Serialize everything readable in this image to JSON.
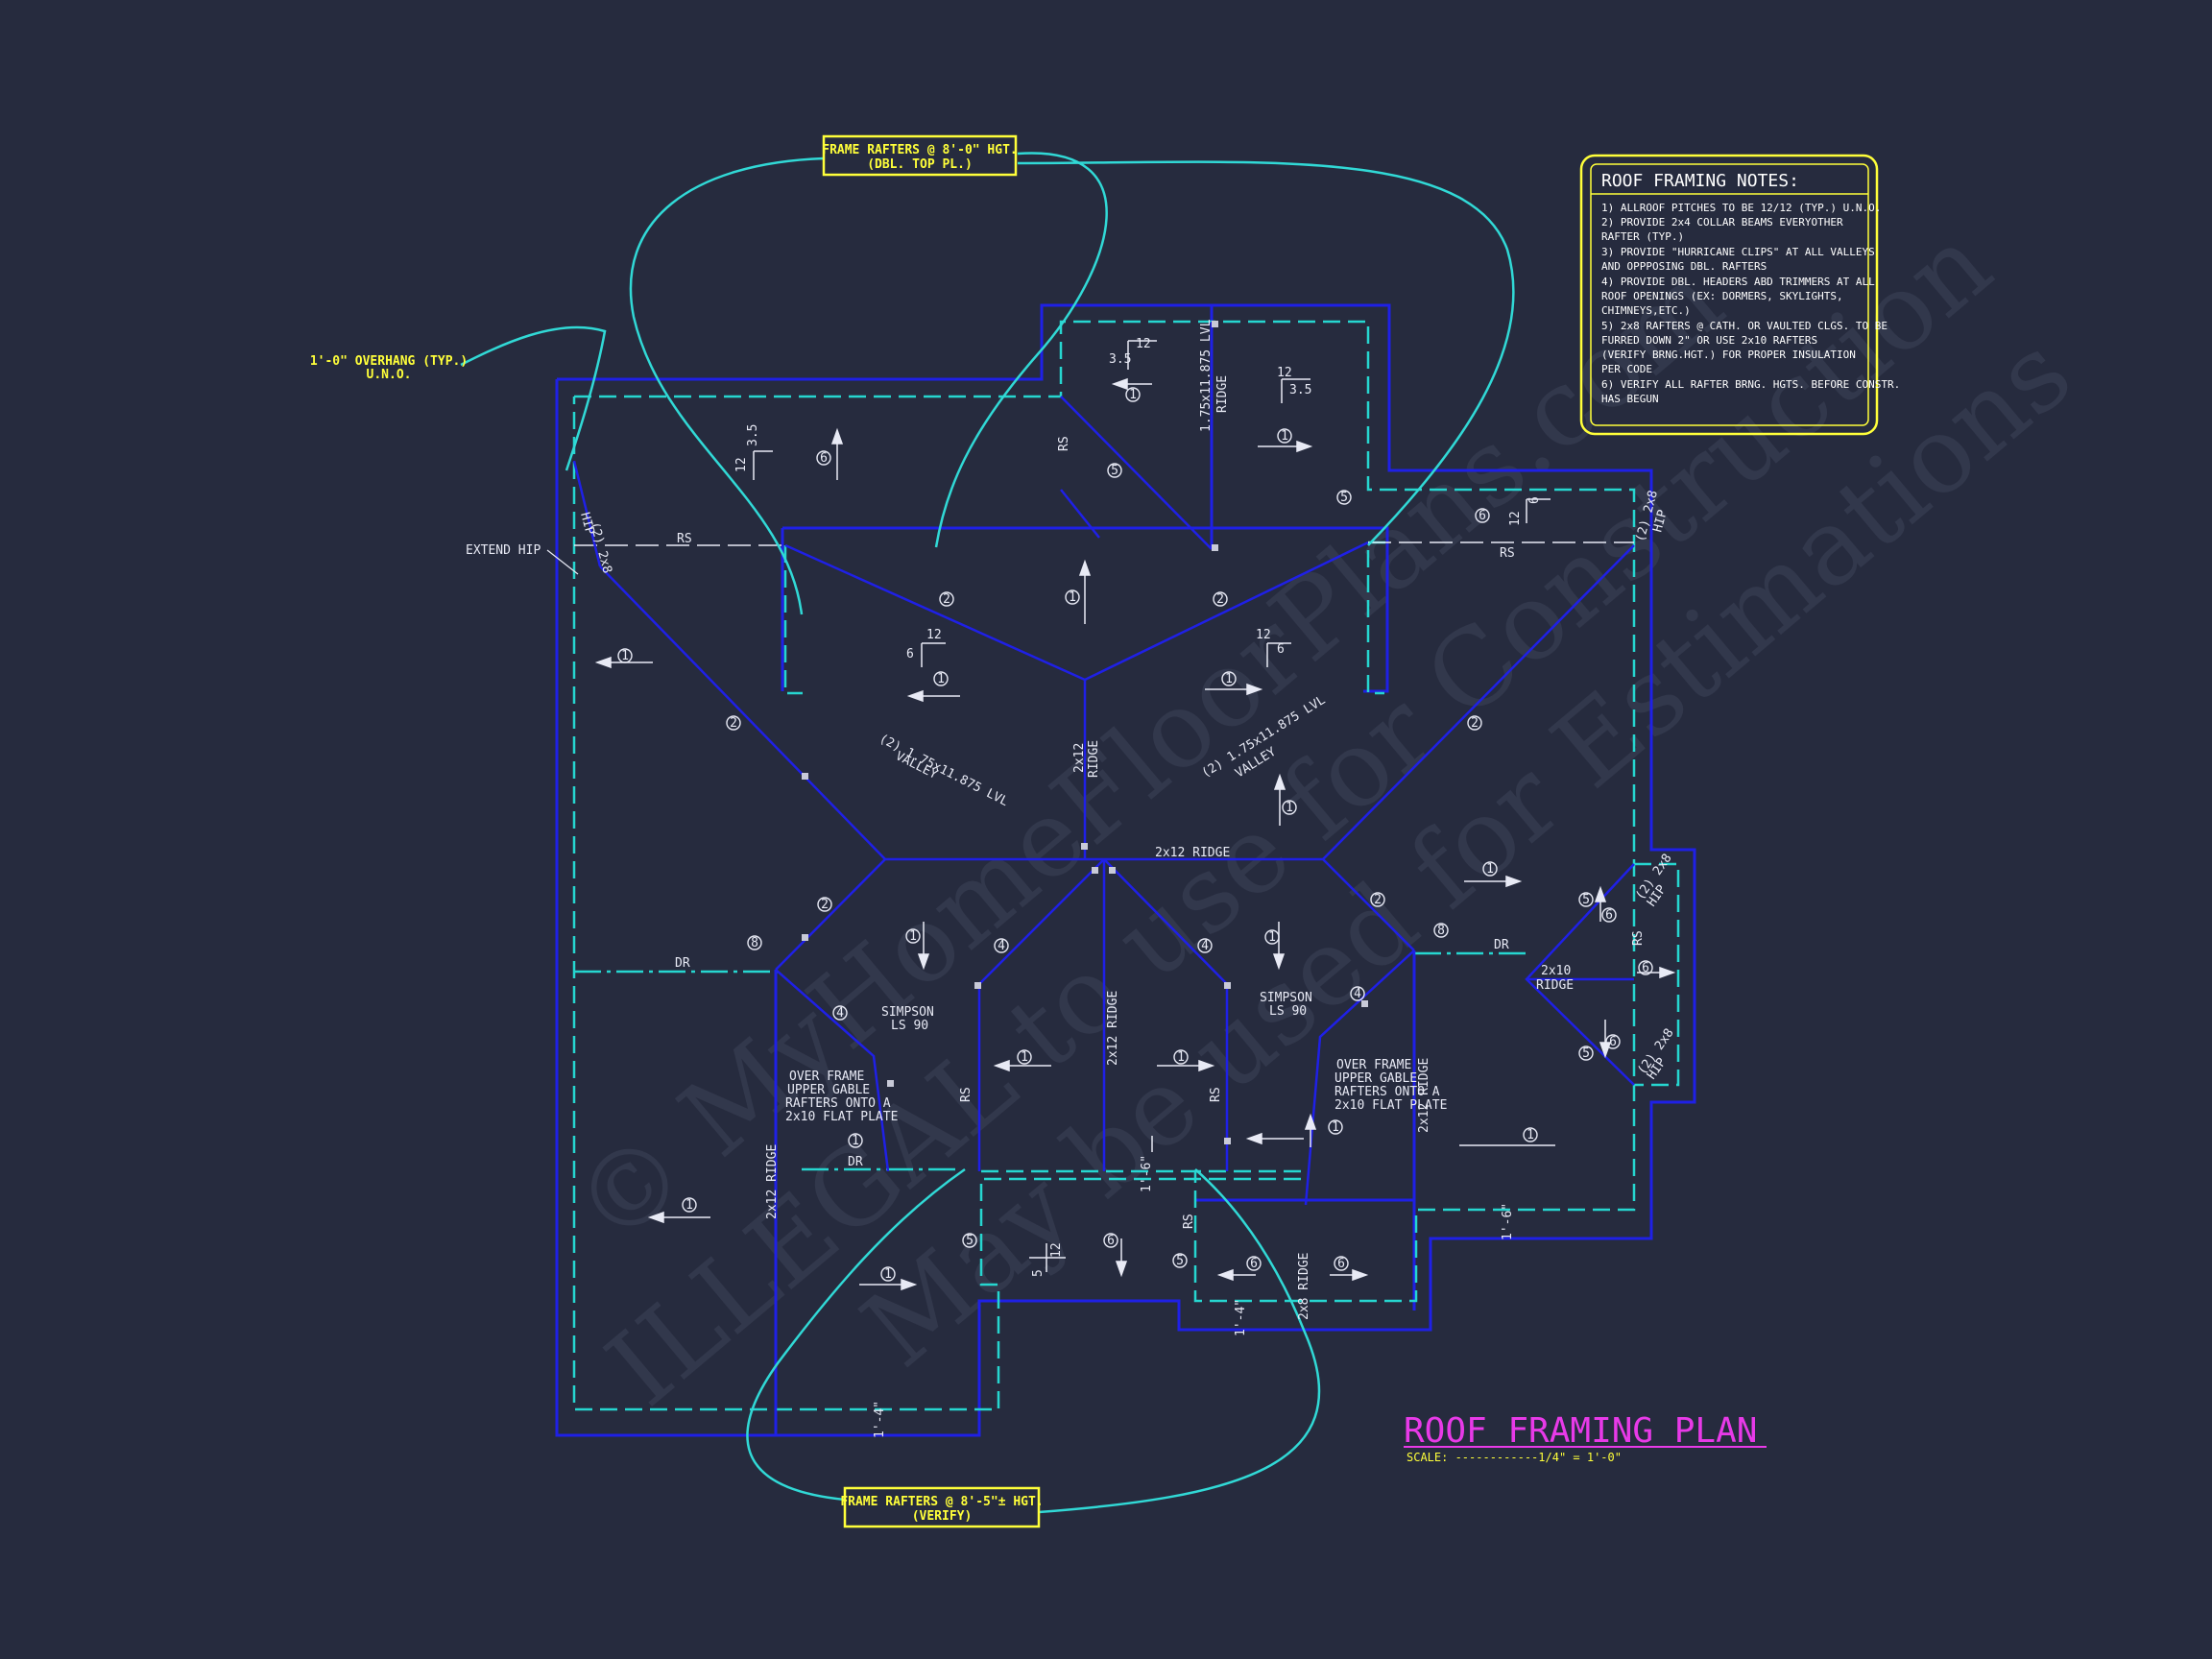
{
  "colors": {
    "background": "#262b3e",
    "wall": "#1f20e6",
    "overhang": "#26d6d0",
    "leader": "#31d9d6",
    "yellow": "#ffff3a",
    "magenta": "#e83ae8",
    "text": "#e8eaf5"
  },
  "watermark": {
    "line1": "© MyHomeFloorPlans.com",
    "line2": "ILLEGAL to use for Construction",
    "line3": "May be used for Estimations"
  },
  "callouts": {
    "top_line1": "FRAME RAFTERS @ 8'-0\" HGT.",
    "top_line2": "(DBL. TOP PL.)",
    "bottom_line1": "FRAME RAFTERS @ 8'-5\"± HGT.",
    "bottom_line2": "(VERIFY)",
    "overhang_line1": "1'-0\" OVERHANG (TYP.)",
    "overhang_line2": "U.N.O."
  },
  "notes": {
    "title": "ROOF FRAMING NOTES:",
    "lines": [
      "1) ALLROOF PITCHES TO BE  12/12 (TYP.) U.N.O.",
      "2) PROVIDE 2x4 COLLAR BEAMS EVERYOTHER",
      "    RAFTER (TYP.)",
      "3) PROVIDE \"HURRICANE CLIPS\" AT ALL VALLEYS",
      "    AND OPPPOSING DBL. RAFTERS",
      "4) PROVIDE DBL. HEADERS ABD TRIMMERS AT ALL",
      "    ROOF OPENINGS (EX: DORMERS, SKYLIGHTS,",
      "    CHIMNEYS,ETC.)",
      "5) 2x8 RAFTERS @ CATH. OR VAULTED CLGS. TO BE",
      "    FURRED DOWN 2\" OR USE 2x10 RAFTERS",
      "    (VERIFY BRNG.HGT.) FOR PROPER INSULATION",
      "    PER CODE",
      "6) VERIFY ALL RAFTER BRNG. HGTS. BEFORE CONSTR.",
      "    HAS BEGUN"
    ]
  },
  "plan_title": {
    "title": "ROOF FRAMING PLAN",
    "scale": "SCALE: ------------1/4\" = 1'-0\""
  },
  "labels": {
    "extend_hip": "EXTEND HIP",
    "rs": "RS",
    "dr": "DR",
    "ridge_2x12": "2x12 RIDGE",
    "ridge_2x12_stack": "2x12",
    "ridge_word": "RIDGE",
    "ridge_2x10": "2x10",
    "ridge_2x8": "2x8 RIDGE",
    "lvl_valley_1": "(2) 1.75x11.875 LVL",
    "lvl_valley_2": "VALLEY",
    "lvl_ridge_1": "1.75x11.875 LVL",
    "hip_2x8_1": "(2) 2x8",
    "hip_word": "HIP",
    "simpson_1": "SIMPSON",
    "simpson_2": "LS 90",
    "over_frame_1": "OVER FRAME",
    "over_frame_2": "UPPER GABLE",
    "over_frame_3": "RAFTERS ONTO A",
    "over_frame_4": "2x10 FLAT PLATE",
    "pitch_12": "12",
    "pitch_6": "6",
    "pitch_3_5": "3.5",
    "pitch_5": "5",
    "dim_1_6": "1'-6\"",
    "dim_1_4": "1'-4\""
  },
  "markers": [
    {
      "n": "1",
      "label": "1"
    },
    {
      "n": "2",
      "label": "2"
    },
    {
      "n": "4",
      "label": "4"
    },
    {
      "n": "5",
      "label": "5"
    },
    {
      "n": "6",
      "label": "6"
    },
    {
      "n": "8",
      "label": "8"
    }
  ]
}
